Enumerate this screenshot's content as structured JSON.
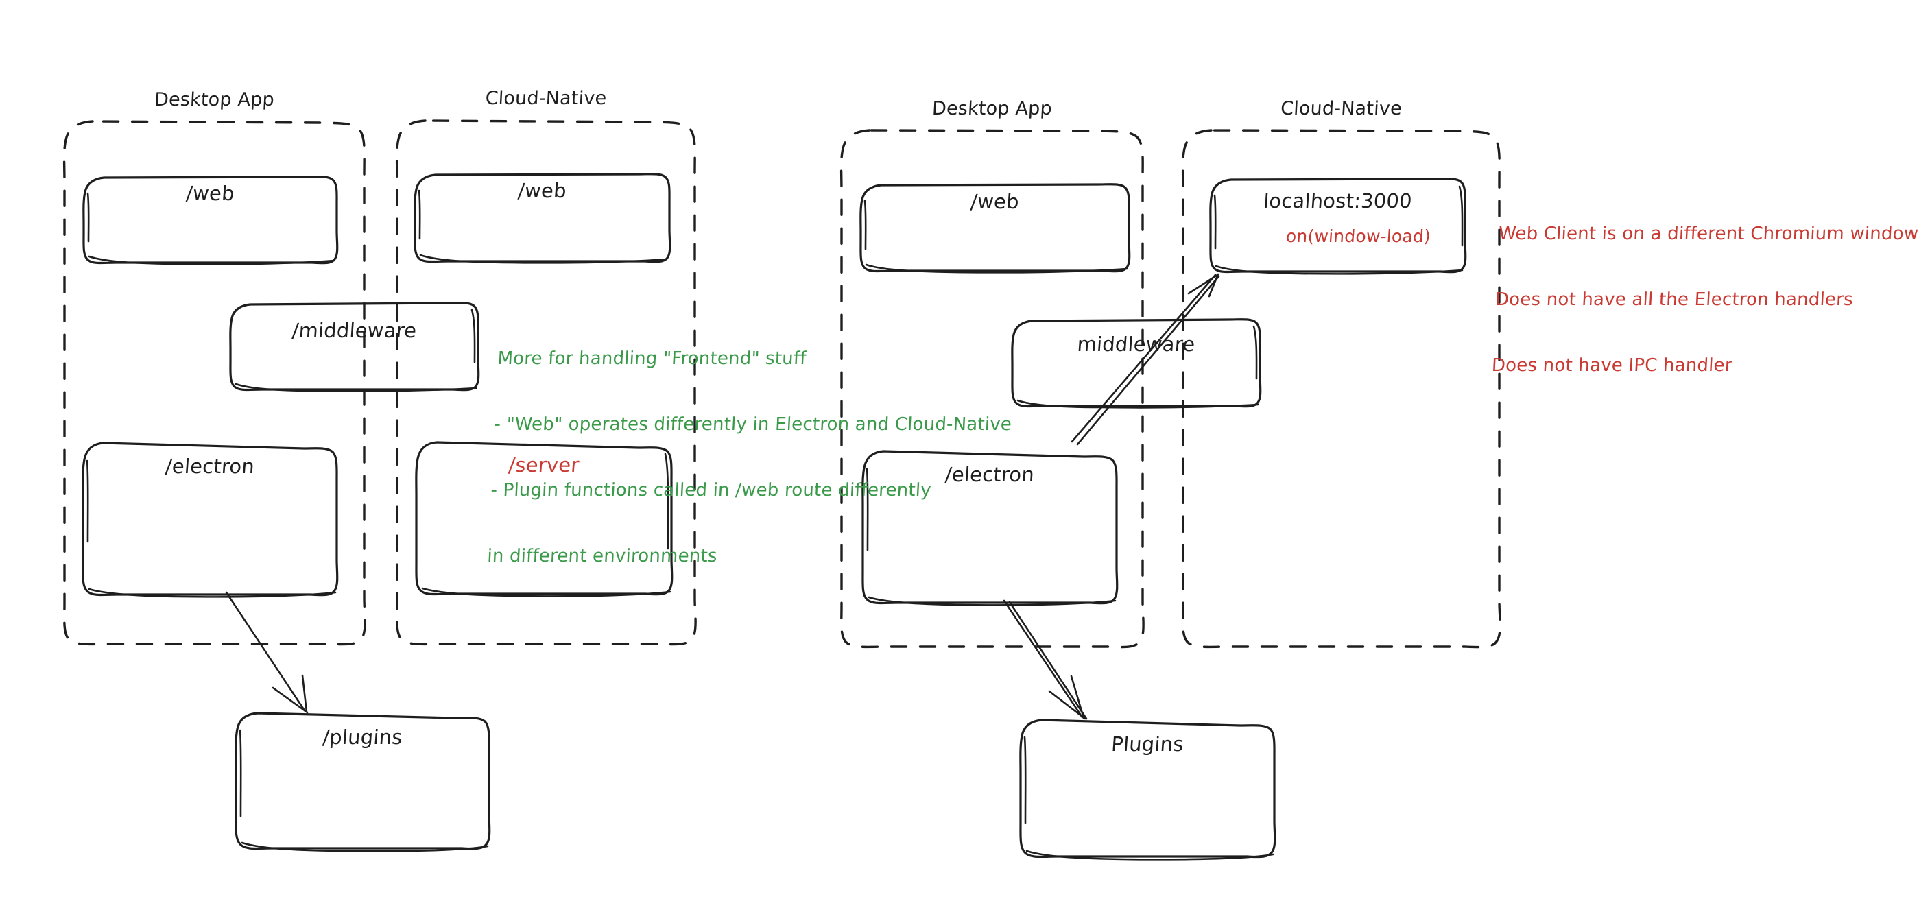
{
  "diagram": {
    "title_hidden": "",
    "colors": {
      "ink": "#1e1e1e",
      "green": "#3a9a4a",
      "red": "#c93a33",
      "background": "#ffffff"
    },
    "left_cluster": {
      "groups": [
        {
          "id": "left-desktop-app",
          "label": "Desktop App"
        },
        {
          "id": "left-cloud-native",
          "label": "Cloud-Native"
        }
      ],
      "boxes": [
        {
          "id": "left-desktop-web",
          "label": "/web",
          "color": "ink"
        },
        {
          "id": "left-cloud-web",
          "label": "/web",
          "color": "ink"
        },
        {
          "id": "left-middleware",
          "label": "/middleware",
          "color": "ink"
        },
        {
          "id": "left-electron",
          "label": "/electron",
          "color": "ink"
        },
        {
          "id": "left-server",
          "label": "/server",
          "color": "red"
        },
        {
          "id": "left-plugins",
          "label": "/plugins",
          "color": "ink"
        }
      ],
      "note_green": [
        "More for handling \"Frontend\" stuff",
        "- \"Web\" operates differently in Electron and Cloud-Native",
        "- Plugin functions called in /web route differently",
        "in different environments"
      ]
    },
    "right_cluster": {
      "groups": [
        {
          "id": "right-desktop-app",
          "label": "Desktop App"
        },
        {
          "id": "right-cloud-native",
          "label": "Cloud-Native"
        }
      ],
      "boxes": [
        {
          "id": "right-desktop-web",
          "label": "/web",
          "color": "ink"
        },
        {
          "id": "right-localhost",
          "label": "localhost:3000",
          "color": "ink",
          "sub_label": "on(window-load)",
          "sub_color": "red"
        },
        {
          "id": "right-middleware",
          "label": "middleware",
          "color": "ink"
        },
        {
          "id": "right-electron",
          "label": "/electron",
          "color": "ink"
        },
        {
          "id": "right-plugins",
          "label": "Plugins",
          "color": "ink"
        }
      ],
      "note_red": [
        "Web Client is on a different Chromium window",
        "Does not have all the Electron handlers",
        "Does not have IPC handler"
      ]
    },
    "arrows": [
      {
        "id": "left-electron-to-plugins",
        "from": "left-electron",
        "to": "left-plugins"
      },
      {
        "id": "right-electron-to-plugins",
        "from": "right-electron",
        "to": "right-plugins"
      },
      {
        "id": "right-electron-to-localhost",
        "from": "right-electron",
        "to": "right-localhost"
      }
    ]
  }
}
